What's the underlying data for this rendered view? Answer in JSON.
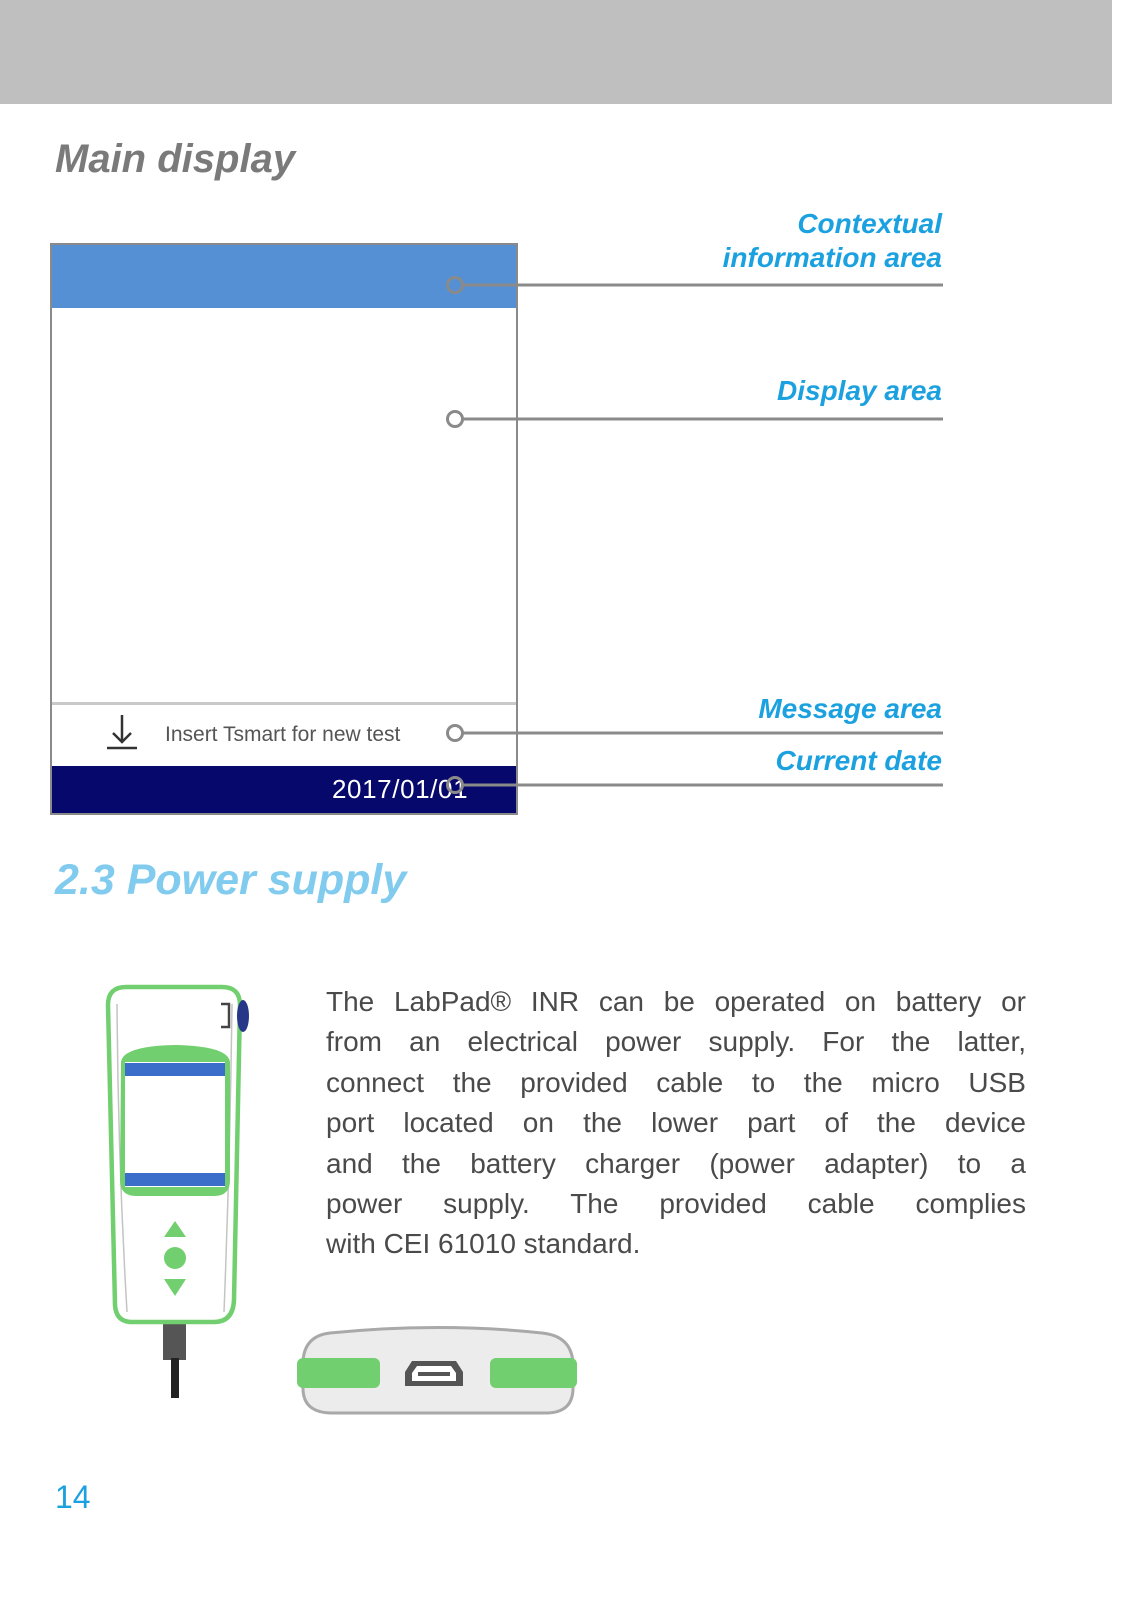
{
  "main_display": {
    "heading": "Main display",
    "screen": {
      "message_icon": "download-icon",
      "message": "Insert Tsmart for new test",
      "date": "2017/01/01"
    },
    "callouts": {
      "contextual": [
        "Contextual",
        "information area"
      ],
      "display": "Display area",
      "message": "Message area",
      "date": "Current date"
    }
  },
  "power_supply": {
    "heading": "2.3 Power supply",
    "paragraph_lines": [
      "The LabPad® INR can be operated on battery or",
      "from an electrical power supply. For the latter,",
      "connect the provided cable to the micro USB",
      "port located on the lower part of the device",
      "and the battery charger (power adapter) to a",
      "power supply. The provided cable complies",
      "with CEI 61010 standard."
    ],
    "icons": [
      "labpad-device-front-icon",
      "micro-usb-port-icon"
    ]
  },
  "page": {
    "number": "14"
  },
  "colors": {
    "accent": "#1ba1df",
    "heading_gray": "#7a7a7a",
    "section_title": "#80cbee",
    "device_green": "#72cf6f",
    "screen_blue": "#5590d4",
    "date_navy": "#07086b",
    "band": "#bfbfbf"
  }
}
